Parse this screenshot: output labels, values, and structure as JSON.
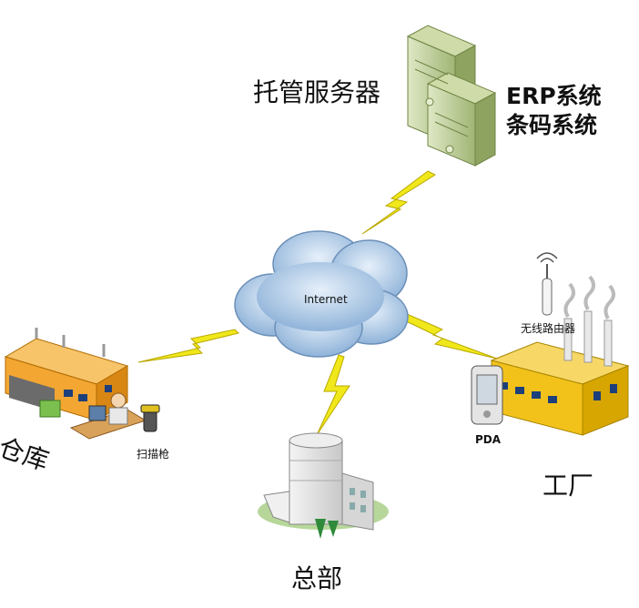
{
  "labels": {
    "server": "托管服务器",
    "erp": "ERP系统",
    "barcode": "条码系统",
    "internet": "Internet",
    "router": "无线路由器",
    "pda": "PDA",
    "warehouse": "仓库",
    "scanner": "扫描枪",
    "hq": "总部",
    "factory": "工厂"
  },
  "colors": {
    "cloud": "#a9c8e8",
    "server": "#b7c98d",
    "warehouse_wall": "#f3a632",
    "factory_wall": "#f2c21b",
    "lightning": "#f0e81a"
  }
}
